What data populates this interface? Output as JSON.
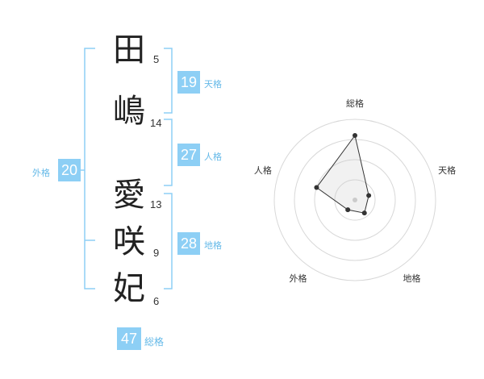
{
  "name": {
    "chars": [
      {
        "char": "田",
        "strokes": "5"
      },
      {
        "char": "嶋",
        "strokes": "14"
      },
      {
        "char": "愛",
        "strokes": "13"
      },
      {
        "char": "咲",
        "strokes": "9"
      },
      {
        "char": "妃",
        "strokes": "6"
      }
    ]
  },
  "fortunes": {
    "tenkaku": {
      "value": "19",
      "label": "天格"
    },
    "jinkaku": {
      "value": "27",
      "label": "人格"
    },
    "chikaku": {
      "value": "28",
      "label": "地格"
    },
    "gaikaku": {
      "value": "20",
      "label": "外格"
    },
    "soukaku": {
      "value": "47",
      "label": "総格"
    }
  },
  "colors": {
    "accent": "#8dcff5",
    "accent_text": "#64b9e8",
    "bracket": "#8dcff5"
  },
  "chart_data": {
    "type": "radar",
    "axes": [
      "総格",
      "天格",
      "地格",
      "外格",
      "人格"
    ],
    "values": [
      0.8,
      0.18,
      0.2,
      0.15,
      0.5
    ],
    "rings": 4
  }
}
